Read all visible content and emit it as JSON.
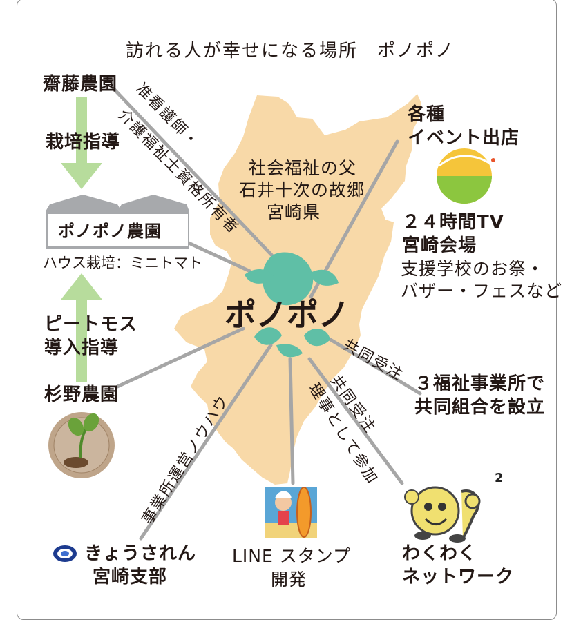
{
  "title": "訪れる人が幸せになる場所　ポノポノ",
  "center_logo_text": "ポノポノ",
  "saito_farm": "齋藤農園",
  "cultivation_guidance": "栽培指導",
  "pono_farm": "ポノポノ農園",
  "house_cultivation": "ハウス栽培：ミニトマト",
  "peat_moss_line1": "ピートモス",
  "peat_moss_line2": "導入指導",
  "sugino_farm": "杉野農園",
  "kyousaren_line1": "きょうされん",
  "kyousaren_line2": "宮崎支部",
  "line_stamp_line1": "LINE スタンプ",
  "line_stamp_line2": "開発",
  "wakuwaku_line1": "わくわく",
  "wakuwaku_line2": "ネットワーク",
  "three_welfare_line1": "３福祉事業所で",
  "three_welfare_line2": "共同組合を設立",
  "tv24_line1": "２４時間TV",
  "tv24_line2": "宮崎会場",
  "school_line1": "支援学校のお祭・",
  "school_line2": "バザー・フェスなど",
  "events_line1": "各種",
  "events_line2": "イベント出店",
  "welfare_father_line1": "社会福祉の父",
  "welfare_father_line2": "石井十次の故郷",
  "welfare_father_line3": "宮崎県",
  "edge_nurse_line1": "准看護師・",
  "edge_nurse_line2": "介護福祉士資格所有者",
  "edge_know_how": "事業所運営ノウハウ",
  "edge_director": "理事として参加",
  "edge_joint_order_1": "共同受注",
  "edge_joint_order_2": "共同受注",
  "colors": {
    "map_fill": "#f8d9a8",
    "line_gray": "#a6a6a6",
    "arrow_green": "#b7dc9c",
    "logo_teal": "#5fbfa6",
    "house_gray": "#a7a9ac"
  },
  "icons": [
    "turtle-logo-icon",
    "24h-tv-logo-icon",
    "farm-seal-icon",
    "kyousaren-logo-icon",
    "surfer-stamp-icon",
    "wakuwaku-mascot-icon"
  ]
}
